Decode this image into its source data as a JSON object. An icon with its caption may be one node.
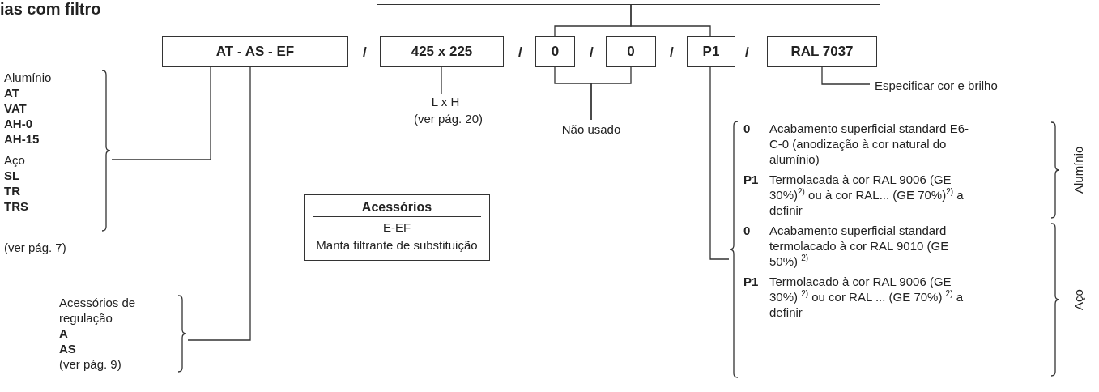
{
  "diagram": {
    "title": "ias com filtro",
    "nodes": [
      {
        "text": [
          "AT - AS - EF"
        ]
      },
      {
        "text": [
          "425 x 225"
        ]
      },
      {
        "text": [
          "0"
        ]
      },
      {
        "text": [
          "0"
        ]
      },
      {
        "text": [
          "P1"
        ]
      },
      {
        "text": [
          "RAL 7037"
        ]
      },
      {
        "text": [
          "Alumínio",
          "AT",
          "VAT",
          "AH-0",
          "AH-15",
          "Aço",
          "SL",
          "TR",
          "TRS"
        ],
        "beside": [
          "(ver pág. 7)"
        ]
      },
      {
        "text": [
          "Acessórios de regulação",
          "A",
          "AS",
          "(ver pág. 9)"
        ]
      },
      {
        "text": [
          "L x H"
        ],
        "beside": [
          "(ver pág. 20)"
        ]
      },
      {
        "text": [
          "Não usado"
        ]
      },
      {
        "text": [
          "Especificar cor e brilho"
        ]
      },
      {
        "text": [
          "0",
          "Acabamento superficial standard E6-C-0 (anodização à cor natural do alumínio)",
          "P1",
          "Termolacada à cor RAL 9006 (GE 30%)$^{2)}$ ou à cor RAL... (GE 70%)$^{2)}$ a definir",
          "0",
          "Acabamento superficial standard termolacado à cor RAL 9010 (GE 50%) $^{2)}$",
          "P1",
          "Termolacado à cor RAL 9006 (GE 30%) $^{2)}$ ou cor RAL ... (GE 70%) $^{2)}$ a definir"
        ]
      },
      {
        "text": [
          "Acessórios",
          "E-EF",
          "Manta filtrante de substituição"
        ]
      },
      {
        "text": [],
        "shape": "bar"
      }
    ],
    "edges": [
      {
        "from": 0,
        "to": 6,
        "arrow": "none"
      },
      {
        "from": 0,
        "to": 7,
        "arrow": "none"
      },
      {
        "from": 1,
        "to": 8,
        "arrow": "none"
      },
      {
        "from": 2,
        "to": 9,
        "arrow": "none"
      },
      {
        "from": 3,
        "to": 9,
        "arrow": "none"
      },
      {
        "from": 4,
        "to": 11,
        "arrow": "none"
      },
      {
        "from": 5,
        "to": 10,
        "arrow": "none"
      },
      {
        "from": 2,
        "to": 13,
        "arrow": "none"
      },
      {
        "from": 4,
        "to": 13,
        "arrow": "none"
      }
    ],
    "labels": [
      "/",
      "/",
      "/",
      "/",
      "/",
      "Alumínio",
      "Aço"
    ]
  }
}
